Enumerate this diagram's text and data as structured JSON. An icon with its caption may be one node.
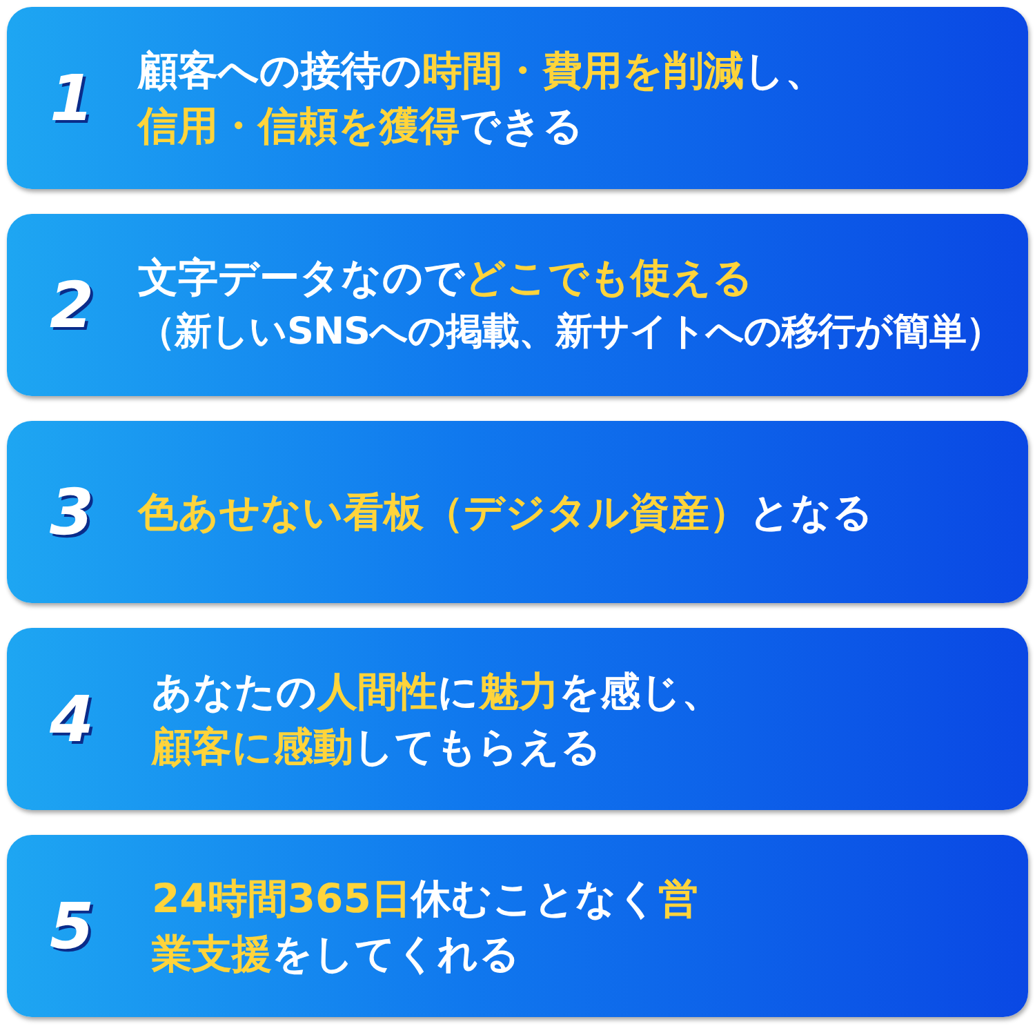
{
  "diagram": {
    "nodes": [
      {
        "text": [
          "1",
          "顧客への接待の**時間・費用を削減**し、**信用・信頼を獲得**できる"
        ]
      },
      {
        "text": [
          "2",
          "文字データなので**どこでも使える**",
          "（新しいSNSへの掲載、新サイトへの移行が簡単）"
        ]
      },
      {
        "text": [
          "3",
          "**色あせない看板（デジタル資産）**となる"
        ]
      },
      {
        "text": [
          "4",
          "あなたの**人間性**に**魅力**を感じ、**顧客に感動**してもらえる"
        ]
      },
      {
        "text": [
          "5",
          "**24時間365日**休むことなく**営業支援**をしてくれる"
        ]
      }
    ]
  }
}
